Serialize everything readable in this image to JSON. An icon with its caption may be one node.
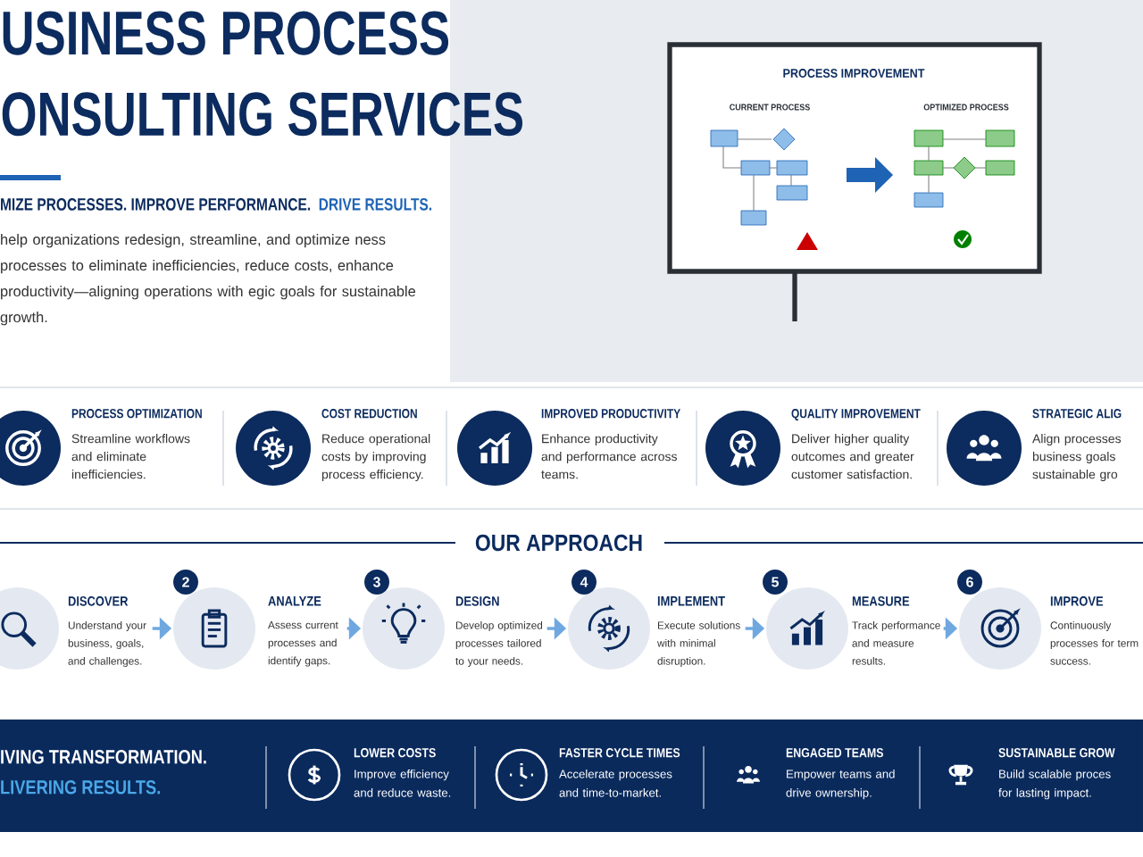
{
  "diagram": {
    "title": "USINESS PROCESS ONSULTING SERVICES",
    "nodes": [
      {
        "text": [
          "DISCOVER",
          "Understand your business, goals, and challenges."
        ]
      },
      {
        "text": [
          "ANALYZE",
          "Assess current processes and identify gaps."
        ],
        "beside": [
          "2"
        ]
      },
      {
        "text": [
          "DESIGN",
          "Develop optimized processes tailored to your needs."
        ],
        "beside": [
          "3"
        ]
      },
      {
        "text": [
          "IMPLEMENT",
          "Execute solutions with minimal disruption."
        ],
        "beside": [
          "4"
        ]
      },
      {
        "text": [
          "MEASURE",
          "Track performance and measure results."
        ],
        "beside": [
          "5"
        ]
      },
      {
        "text": [
          "IMPROVE",
          "Continuously processes for term success."
        ],
        "beside": [
          "6"
        ]
      }
    ],
    "edges": [
      {
        "from": 0,
        "to": 1,
        "arrow": "to"
      },
      {
        "from": 1,
        "to": 2,
        "arrow": "to"
      },
      {
        "from": 2,
        "to": 3,
        "arrow": "to"
      },
      {
        "from": 3,
        "to": 4,
        "arrow": "to"
      },
      {
        "from": 4,
        "to": 5,
        "arrow": "to"
      }
    ],
    "labels": [
      "MIZE PROCESSES. IMPROVE PERFORMANCE.",
      "DRIVE RESULTS.",
      "help organizations redesign, streamline, and optimize ness processes to eliminate inefficiencies, reduce costs, enhance productivity—aligning operations with egic goals for sustainable growth.",
      "PROCESS IMPROVEMENT",
      "CURRENT PROCESS",
      "OPTIMIZED PROCESS",
      "PROCESS OPTIMIZATION",
      "Streamline workflows and eliminate inefficiencies.",
      "COST REDUCTION",
      "Reduce operational costs by improving process efficiency.",
      "IMPROVED PRODUCTIVITY",
      "Enhance productivity and performance across teams.",
      "QUALITY IMPROVEMENT",
      "Deliver higher quality outcomes and greater customer satisfaction.",
      "STRATEGIC ALIG",
      "Align processes business goals sustainable gro",
      "OUR APPROACH",
      "IVING TRANSFORMATION.",
      "LIVERING RESULTS.",
      "LOWER COSTS",
      "Improve efficiency and reduce waste.",
      "FASTER CYCLE TIMES",
      "Accelerate processes and time-to-market.",
      "ENGAGED TEAMS",
      "Empower teams and drive ownership.",
      "SUSTAINABLE GROW",
      "Build scalable proces for lasting impact."
    ]
  }
}
